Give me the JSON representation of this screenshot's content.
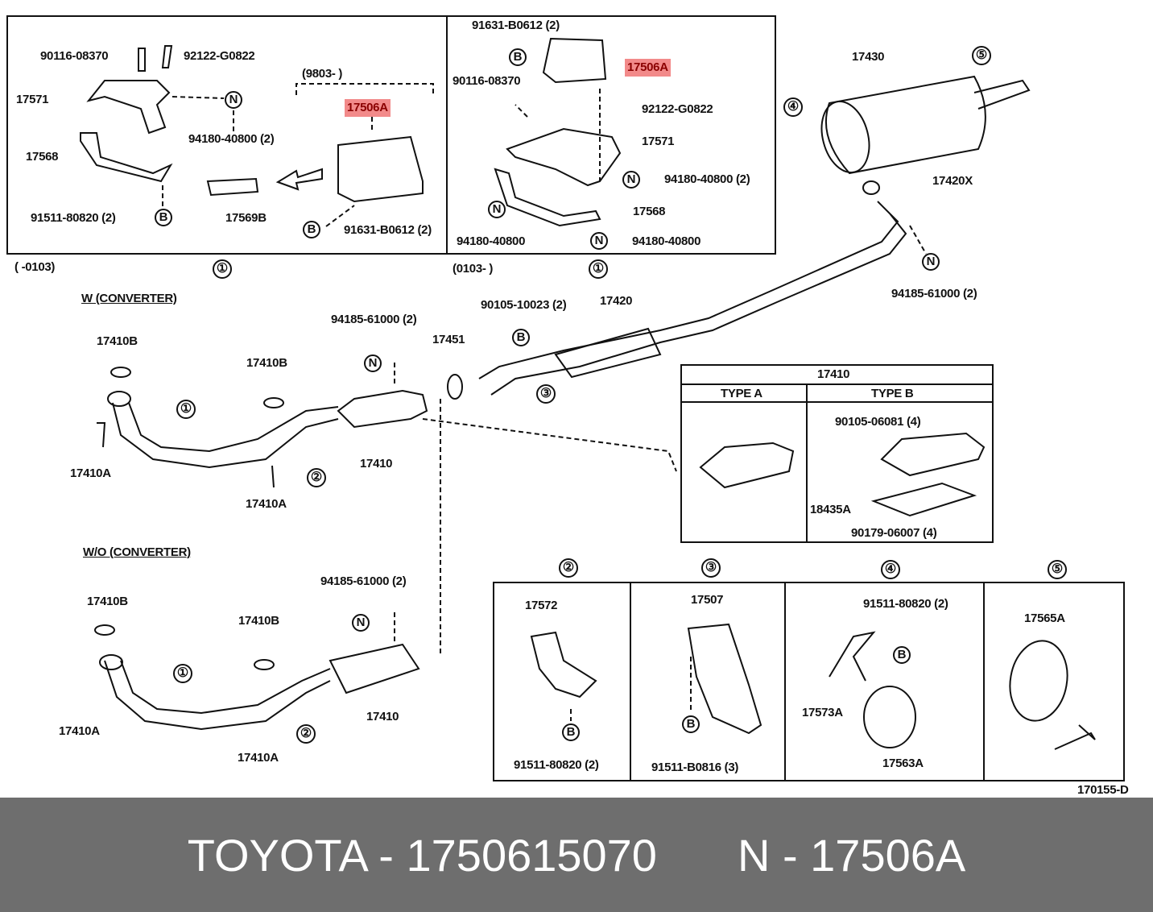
{
  "footer": {
    "brand_part": "TOYOTA - 1750615070",
    "ref": "N - 17506A"
  },
  "highlight_color": "#f28a8a",
  "box1": {
    "l1": "90116-08370",
    "l2": "92122-G0822",
    "l3": "17571",
    "l4": "94180-40800 (2)",
    "l5": "17568",
    "l6": "(9803-      )",
    "l7": "17506A",
    "l8": "91511-80820 (2)",
    "l9": "17569B",
    "l10": "91631-B0612 (2)",
    "range": "(      -0103)",
    "num": "①"
  },
  "box2": {
    "l1": "91631-B0612 (2)",
    "l2": "17506A",
    "l3": "90116-08370",
    "l4": "92122-G0822",
    "l5": "17571",
    "l6": "94180-40800 (2)",
    "l7": "17568",
    "l8": "94180-40800",
    "l9": "94180-40800",
    "range": "(0103-      )",
    "num": "①"
  },
  "main": {
    "muffler": "17430",
    "n5": "⑤",
    "n4": "④",
    "gasket": "17420X",
    "clamp": "94185-61000 (2)",
    "center_pipe": "17420",
    "bolt": "90105-10023 (2)",
    "ring": "17451",
    "n3": "③"
  },
  "w_conv": {
    "title": "W (CONVERTER)",
    "a": "17410B",
    "b": "17410B",
    "c": "94185-61000 (2)",
    "d": "17410A",
    "e": "17410",
    "f": "17410A",
    "n1": "①",
    "n2": "②"
  },
  "wo_conv": {
    "title": "W/O (CONVERTER)",
    "a": "17410B",
    "b": "17410B",
    "c": "94185-61000 (2)",
    "d": "17410A",
    "e": "17410",
    "f": "17410A",
    "n1": "①",
    "n2": "②"
  },
  "types": {
    "title": "17410",
    "a": "TYPE  A",
    "b": "TYPE  B",
    "bolt": "90105-06081 (4)",
    "plate": "18435A",
    "nut": "90179-06007 (4)"
  },
  "detail": {
    "n2": "②",
    "n3": "③",
    "n4": "④",
    "n5": "⑤",
    "p2a": "17572",
    "p2b": "91511-80820 (2)",
    "p3a": "17507",
    "p3b": "91511-B0816 (3)",
    "p4a": "91511-80820 (2)",
    "p4b": "17573A",
    "p4c": "17563A",
    "p5a": "17565A"
  },
  "markers": {
    "N": "N",
    "B": "B"
  },
  "diagram_code": "170155-D"
}
